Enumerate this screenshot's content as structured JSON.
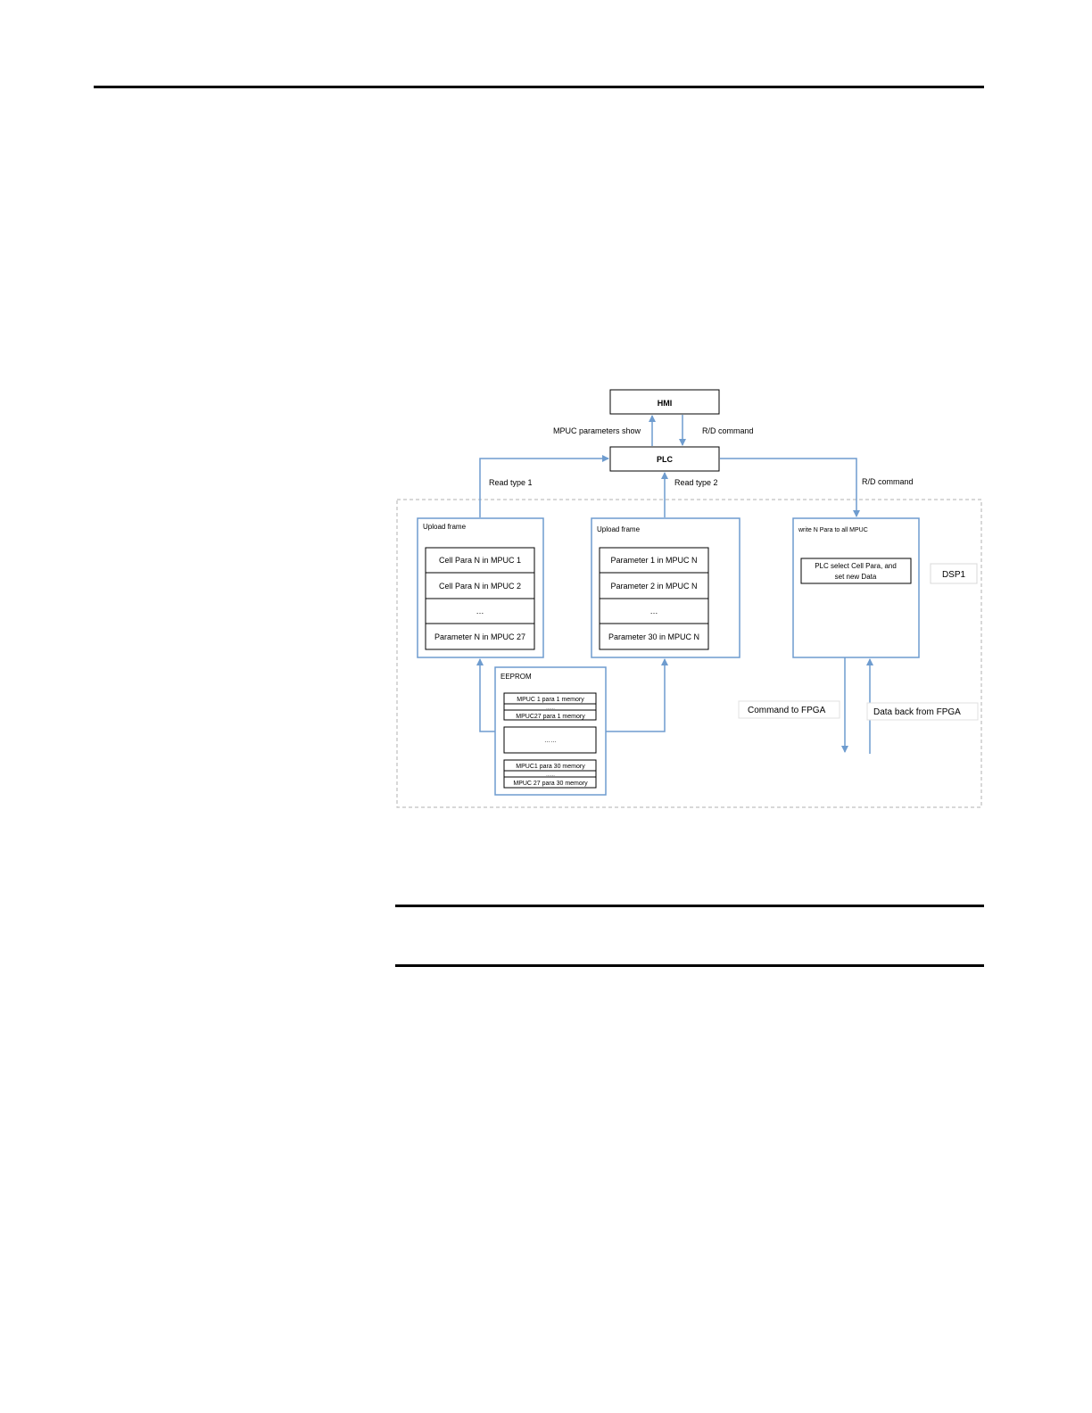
{
  "colors": {
    "arrow": "#6e9ccf",
    "box_border": "#6e9ccf",
    "cell_border": "#000000",
    "dashed_border": "#b0b0b0"
  },
  "diagram": {
    "hmi": "HMI",
    "plc": "PLC",
    "mpuc_parameters_show": "MPUC parameters show",
    "rd_command_top": "R/D command",
    "read_type_1": "Read type 1",
    "read_type_2": "Read type 2",
    "rd_command_right": "R/D command",
    "dsp1": "DSP1",
    "upload_frame_1": {
      "title": "Upload frame",
      "cells": [
        "Cell Para N in MPUC 1",
        "Cell  Para N in MPUC 2",
        "…",
        "Parameter N in MPUC 27"
      ]
    },
    "upload_frame_2": {
      "title": "Upload frame",
      "cells": [
        "Parameter 1 in MPUC N",
        "Parameter 2 in MPUC N",
        "…",
        "Parameter 30 in MPUC N"
      ]
    },
    "write_box": {
      "title": "write N Para to all MPUC",
      "inner_line1": "PLC select Cell Para, and",
      "inner_line2": "set new Data"
    },
    "eeprom": {
      "title": "EEPROM",
      "row1": "MPUC 1  para 1 memory",
      "row1_dots": "……",
      "row2": "MPUC27  para 1 memory",
      "middle": "……",
      "row3": "MPUC1  para 30 memory",
      "row3_dots": "……",
      "row4": "MPUC 27  para 30 memory"
    },
    "command_to_fpga": "Command  to FPGA",
    "data_back_from_fpga": "Data back from FPGA"
  }
}
